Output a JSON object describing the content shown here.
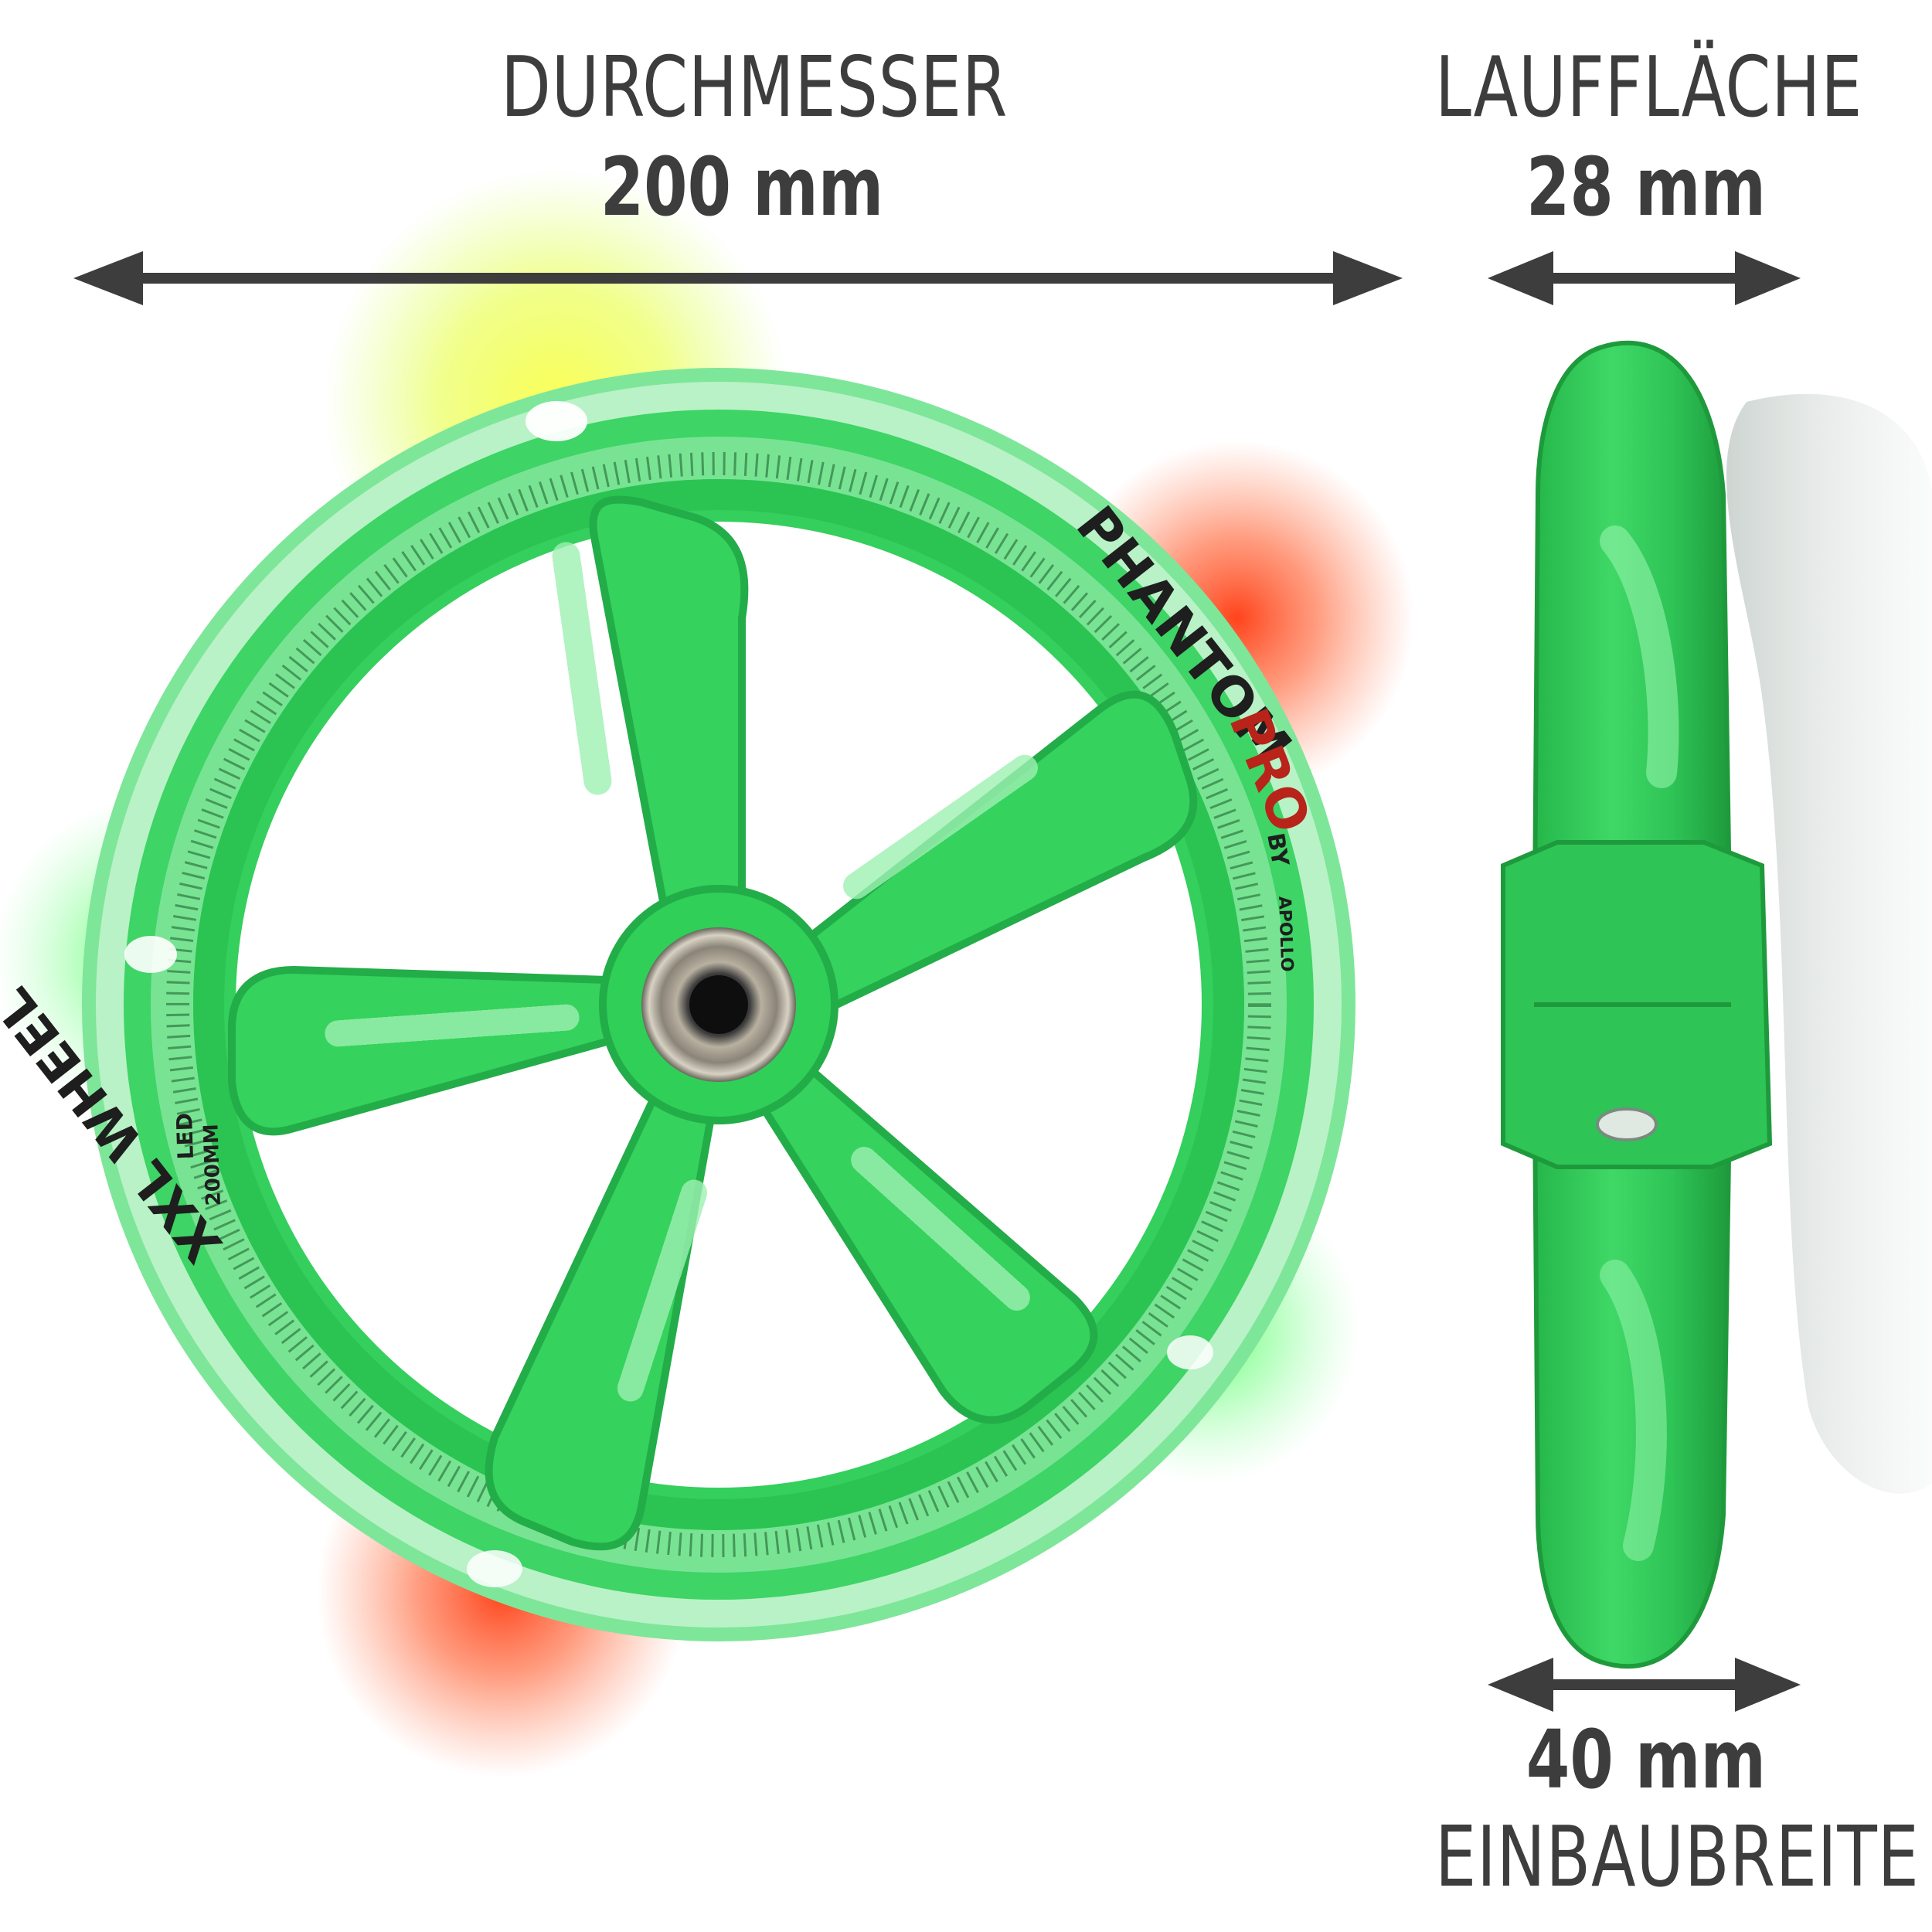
{
  "labels": {
    "diameter_title": "DURCHMESSER",
    "diameter_value": "200 mm",
    "tread_title": "LAUFFLÄCHE",
    "tread_value": "28 mm",
    "mount_value": "40 mm",
    "mount_title": "EINBAUBREITE"
  },
  "wheel_print": {
    "brand": "PHANTOM",
    "model": "PRO",
    "by": "BY",
    "maker": "APOLLO",
    "series": "XXL WHEEL",
    "led": "LED",
    "size": "200MM"
  },
  "colors": {
    "text": "#3d3d3d",
    "arrow": "#3d3d3d",
    "wheel_green": "#2fd157",
    "wheel_dark_green": "#1fa845",
    "glow_red": "#ff4a1a",
    "glow_yellow": "#f4ff3a"
  }
}
